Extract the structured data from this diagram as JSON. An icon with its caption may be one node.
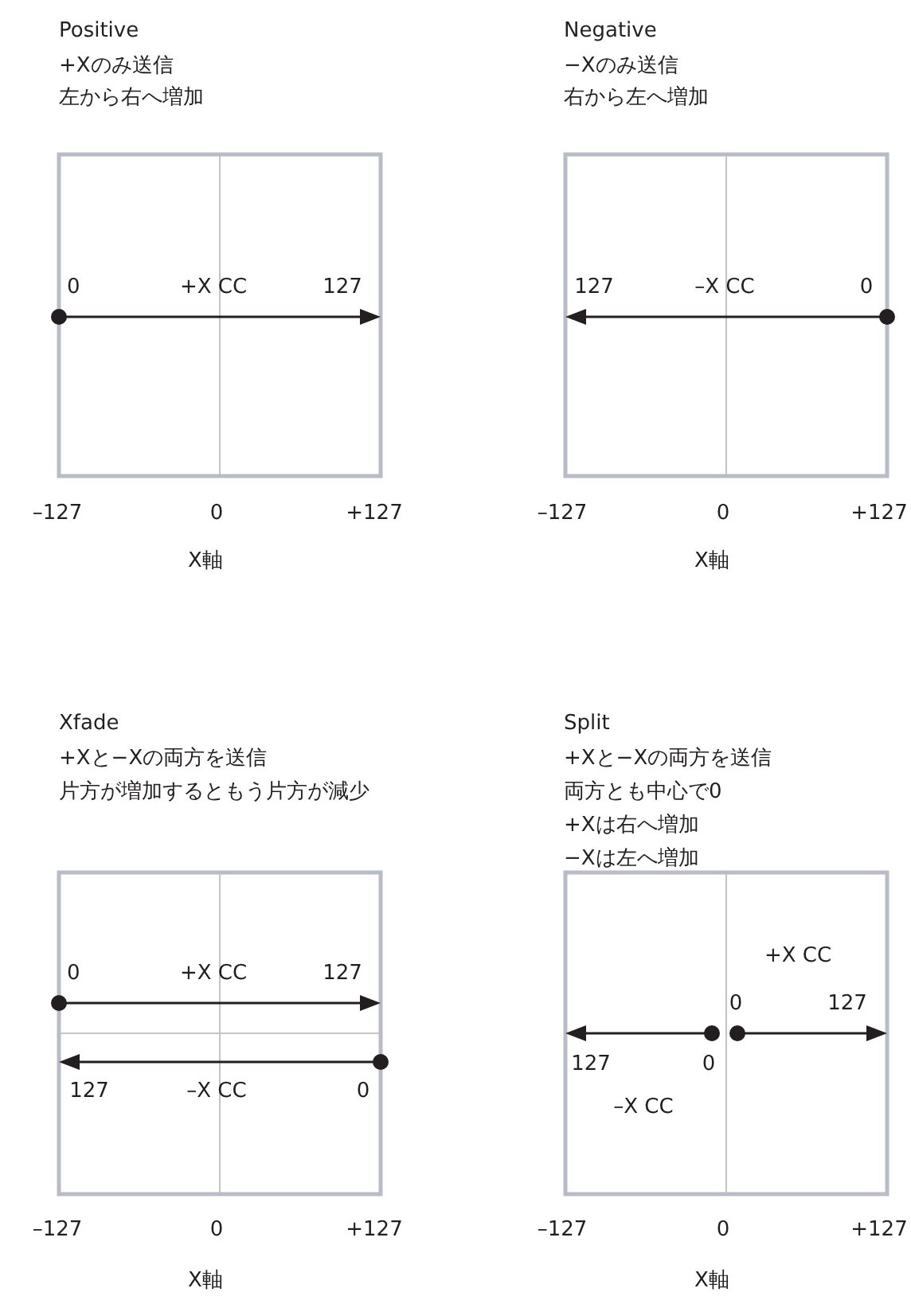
{
  "diagram": {
    "labels": [
      "Positive",
      "+Xのみ送信",
      "左から右へ増加",
      "0",
      "+X CC",
      "127",
      "–127",
      "0",
      "+127",
      "X軸",
      "Negative",
      "−Xのみ送信",
      "右から左へ増加",
      "127",
      "–X CC",
      "0",
      "–127",
      "0",
      "+127",
      "X軸",
      "Xfade",
      "+Xと−Xの両方を送信",
      "片方が増加するともう片方が減少",
      "0",
      "+X CC",
      "127",
      "127",
      "–X CC",
      "0",
      "–127",
      "0",
      "+127",
      "X軸",
      "Split",
      "+Xと−Xの両方を送信",
      "両方とも中心で0",
      "+Xは右へ増加",
      "−Xは左へ増加",
      "+X CC",
      "0",
      "127",
      "127",
      "0",
      "–X CC",
      "–127",
      "0",
      "+127",
      "X軸"
    ]
  }
}
